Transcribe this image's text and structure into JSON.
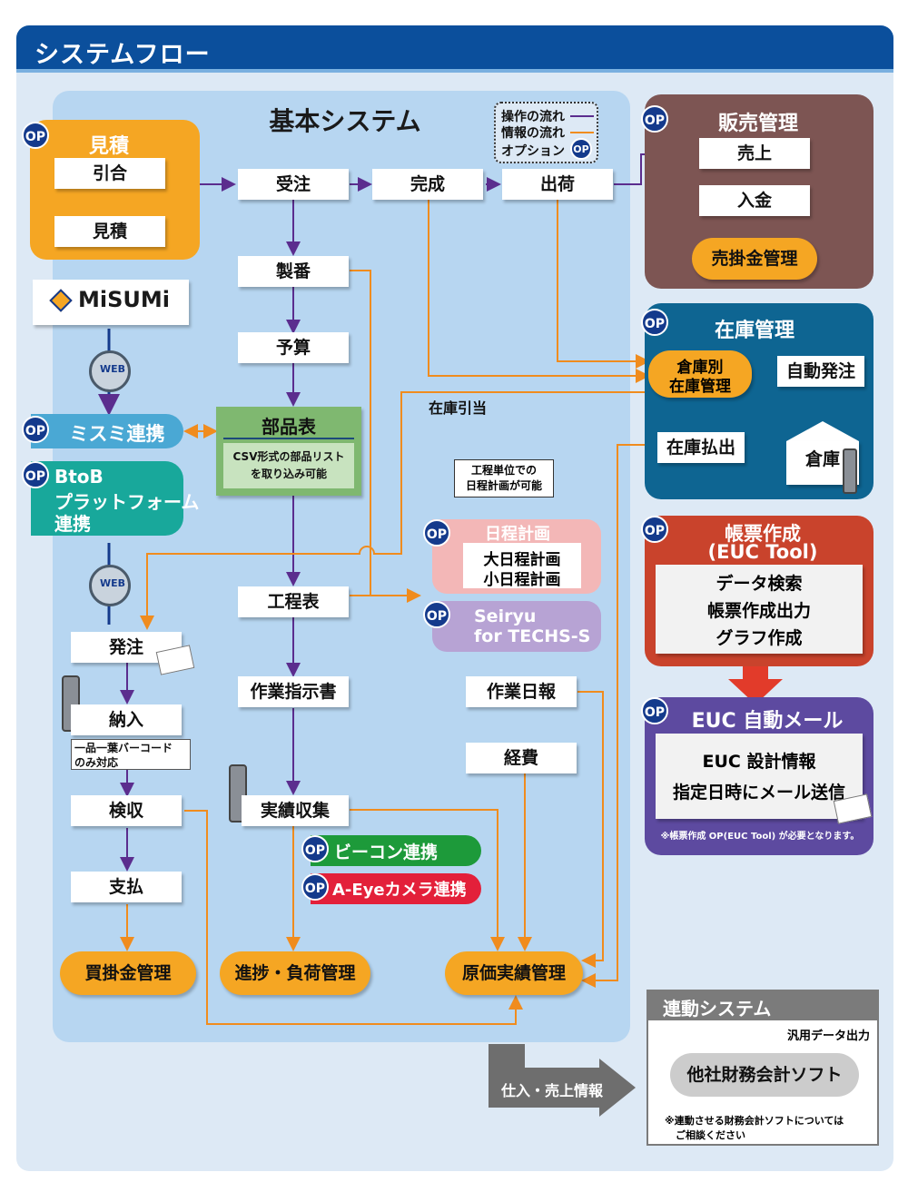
{
  "header": {
    "title": "システムフロー"
  },
  "basic": {
    "title": "基本システム"
  },
  "legend": {
    "op_flow": "操作の流れ",
    "info_flow": "情報の流れ",
    "option": "オプション"
  },
  "op_label": "OP",
  "web_label": "WEB",
  "estimate": {
    "title": "見積",
    "item1": "引合",
    "item2": "見積"
  },
  "misumi": {
    "logo": "MiSUMi",
    "link": "ミスミ連携"
  },
  "btob": {
    "line1": "BtoB",
    "line2": "プラットフォーム",
    "line3": "連携"
  },
  "flow": {
    "order": "受注",
    "complete": "完成",
    "ship": "出荷",
    "serial": "製番",
    "budget": "予算",
    "bom_title": "部品表",
    "bom_note1": "CSV形式の部品リスト",
    "bom_note2": "を取り込み可能",
    "process_table": "工程表",
    "work_order": "作業指示書",
    "actual": "実績収集",
    "purchase": "発注",
    "delivery": "納入",
    "barcode_note1": "一品一葉バーコード",
    "barcode_note2": "のみ対応",
    "inspect": "検収",
    "payment": "支払",
    "payable": "買掛金管理",
    "progress": "進捗・負荷管理",
    "cost": "原価実績管理",
    "daily_report": "作業日報",
    "expense": "経費",
    "stock_alloc": "在庫引当",
    "beacon": "ビーコン連携",
    "aeye": "A-Eyeカメラ連携"
  },
  "schedule": {
    "callout1": "工程単位での",
    "callout2": "日程計画が可能",
    "title": "日程計画",
    "big": "大日程計画",
    "small": "小日程計画"
  },
  "seiryu": {
    "line1": "Seiryu",
    "line2": "for TECHS-S"
  },
  "sales": {
    "title": "販売管理",
    "item1": "売上",
    "item2": "入金",
    "item3": "売掛金管理"
  },
  "inventory": {
    "title": "在庫管理",
    "by_warehouse1": "倉庫別",
    "by_warehouse2": "在庫管理",
    "auto_order": "自動発注",
    "payout": "在庫払出",
    "warehouse": "倉庫"
  },
  "euc": {
    "title1": "帳票作成",
    "title2": "(EUC Tool)",
    "item1": "データ検索",
    "item2": "帳票作成出力",
    "item3": "グラフ作成"
  },
  "mail": {
    "title": "EUC 自動メール",
    "item1": "EUC 設計情報",
    "item2": "指定日時にメール送信",
    "note": "※帳票作成 OP(EUC Tool) が必要となります。"
  },
  "linked": {
    "title": "連動システム",
    "output": "汎用データ出力",
    "software": "他社財務会計ソフト",
    "note1": "※連動させる財務会計ソフトについては",
    "note2": "ご相談ください",
    "arrow_label": "仕入・売上情報"
  },
  "colors": {
    "operation_flow": "#5b2d8e",
    "info_flow": "#f08c1e",
    "header": "#0b4f9c",
    "option_badge": "#143a8c"
  }
}
